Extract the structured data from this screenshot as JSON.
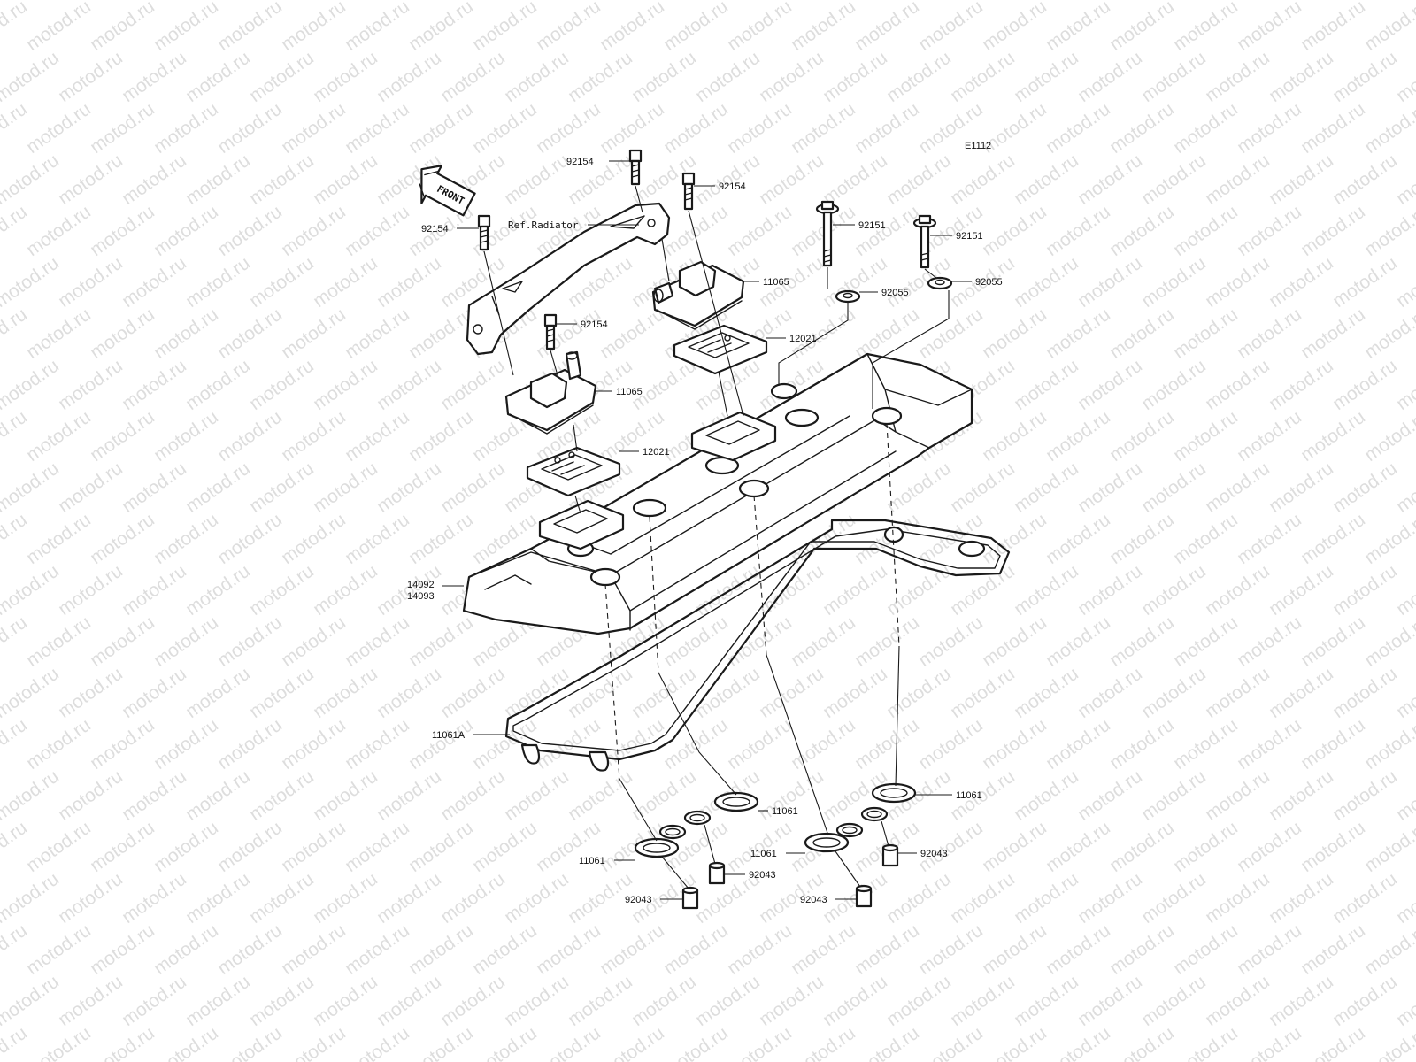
{
  "diagram": {
    "code": "E1112",
    "front_label": "FRONT",
    "watermark": "motod.ru",
    "parts": {
      "bolt": "92154",
      "bolt_long": "92151",
      "washer": "92055",
      "cover_breather": "11065",
      "reed_valve": "12021",
      "head_cover_a": "14092",
      "head_cover_b": "14093",
      "gasket": "11061A",
      "plug_gasket": "11061",
      "collar": "92043",
      "ref_radiator": "Ref.Radiator"
    }
  }
}
